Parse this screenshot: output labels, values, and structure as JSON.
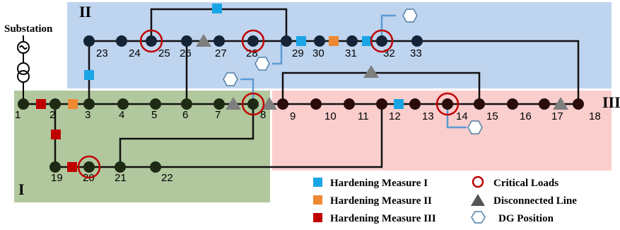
{
  "substation_label": "Substation",
  "regions": [
    {
      "id": "I",
      "label": "I",
      "color": "#7fa765"
    },
    {
      "id": "II",
      "label": "II",
      "color": "#a9c6e8"
    },
    {
      "id": "III",
      "label": "III",
      "color": "#f4b6b3"
    }
  ],
  "nodes": [
    {
      "id": "1",
      "label": "1"
    },
    {
      "id": "2",
      "label": "2"
    },
    {
      "id": "3",
      "label": "3"
    },
    {
      "id": "4",
      "label": "4"
    },
    {
      "id": "5",
      "label": "5"
    },
    {
      "id": "6",
      "label": "6"
    },
    {
      "id": "7",
      "label": "7"
    },
    {
      "id": "8",
      "label": "8"
    },
    {
      "id": "9",
      "label": "9"
    },
    {
      "id": "10",
      "label": "10"
    },
    {
      "id": "11",
      "label": "11"
    },
    {
      "id": "12",
      "label": "12"
    },
    {
      "id": "13",
      "label": "13"
    },
    {
      "id": "14",
      "label": "14"
    },
    {
      "id": "15",
      "label": "15"
    },
    {
      "id": "16",
      "label": "16"
    },
    {
      "id": "17",
      "label": "17"
    },
    {
      "id": "18",
      "label": "18"
    },
    {
      "id": "19",
      "label": "19"
    },
    {
      "id": "20",
      "label": "20"
    },
    {
      "id": "21",
      "label": "21"
    },
    {
      "id": "22",
      "label": "22"
    },
    {
      "id": "23",
      "label": "23"
    },
    {
      "id": "24",
      "label": "24"
    },
    {
      "id": "25",
      "label": "25"
    },
    {
      "id": "26",
      "label": "26"
    },
    {
      "id": "27",
      "label": "27"
    },
    {
      "id": "28",
      "label": "28"
    },
    {
      "id": "29",
      "label": "29"
    },
    {
      "id": "30",
      "label": "30"
    },
    {
      "id": "31",
      "label": "31"
    },
    {
      "id": "32",
      "label": "32"
    },
    {
      "id": "33",
      "label": "33"
    }
  ],
  "critical_loads": [
    "25",
    "28",
    "32",
    "8",
    "14",
    "20"
  ],
  "legend": [
    {
      "key": "hardening-1",
      "label": "Hardening Measure I",
      "color": "#1aa5e6"
    },
    {
      "key": "hardening-2",
      "label": "Hardening Measure II",
      "color": "#ee8833"
    },
    {
      "key": "hardening-3",
      "label": "Hardening Measure III",
      "color": "#c00000"
    },
    {
      "key": "critical-loads",
      "label": "Critical Loads",
      "color": "#c00000"
    },
    {
      "key": "disconnected-line",
      "label": "Disconnected Line",
      "color": "#7f7f7f"
    },
    {
      "key": "dg-position",
      "label": "DG Position",
      "color": "#4f7fa8"
    }
  ],
  "colors": {
    "line": "#111111",
    "dg_line": "#5b9bd5",
    "node_region_1": "#1e2a14",
    "node_region_2": "#142436",
    "node_region_3": "#2a0d0b"
  }
}
